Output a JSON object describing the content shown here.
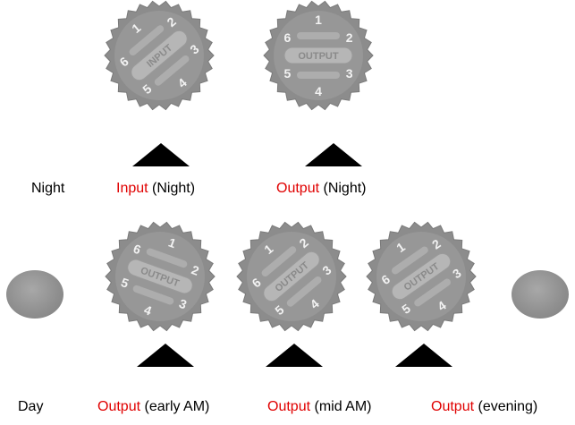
{
  "colors": {
    "dial": "#8c8c8c",
    "dial_light": "#b6b6b6",
    "highlight": "#e00000",
    "pointer": "#000000"
  },
  "rows": {
    "night": {
      "label": "Night"
    },
    "day": {
      "label": "Day"
    }
  },
  "dials": [
    {
      "id": "input-night",
      "center_label": "INPUT",
      "numbers": [
        "1",
        "2",
        "3",
        "4",
        "5",
        "6"
      ],
      "caption": {
        "highlight": "Input",
        "rest": "(Night)"
      }
    },
    {
      "id": "output-night",
      "center_label": "OUTPUT",
      "numbers": [
        "1",
        "2",
        "3",
        "4",
        "5",
        "6"
      ],
      "caption": {
        "highlight": "Output",
        "rest": "(Night)"
      }
    },
    {
      "id": "output-early-am",
      "center_label": "OUTPUT",
      "numbers": [
        "1",
        "2",
        "3",
        "4",
        "5",
        "6"
      ],
      "caption": {
        "highlight": "Output",
        "rest": "(early AM)"
      }
    },
    {
      "id": "output-mid-am",
      "center_label": "OUTPUT",
      "numbers": [
        "1",
        "2",
        "3",
        "4",
        "5",
        "6"
      ],
      "caption": {
        "highlight": "Output",
        "rest": "(mid AM)"
      }
    },
    {
      "id": "output-evening",
      "center_label": "OUTPUT",
      "numbers": [
        "1",
        "2",
        "3",
        "4",
        "5",
        "6"
      ],
      "caption": {
        "highlight": "Output",
        "rest": "(evening)"
      }
    }
  ]
}
